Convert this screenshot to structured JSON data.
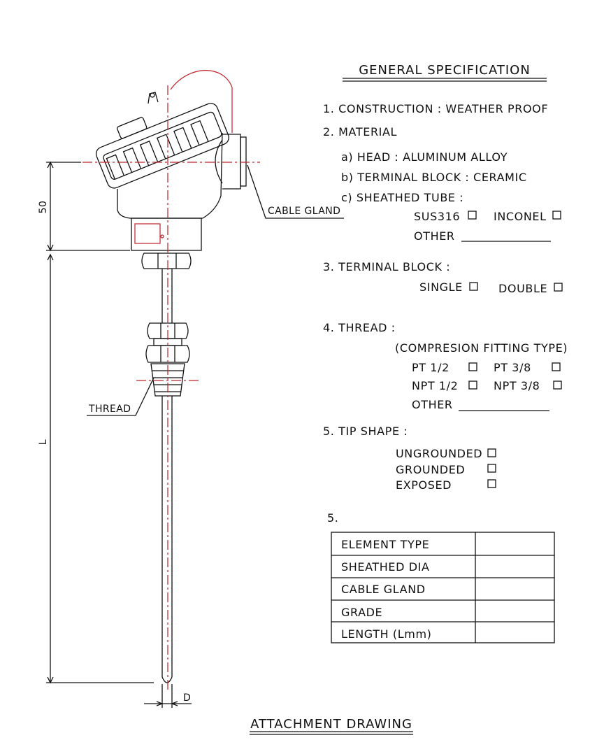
{
  "drawing": {
    "title": "ATTACHMENT DRAWING",
    "dim_head_height": "50",
    "dim_length": "L",
    "dim_diameter": "D",
    "callout_cable_gland": "CABLE GLAND",
    "callout_thread": "THREAD"
  },
  "spec": {
    "heading": "GENERAL SPECIFICATION",
    "construction": "1. CONSTRUCTION : WEATHER PROOF",
    "material": "2. MATERIAL",
    "head": "a) HEAD : ALUMINUM ALLOY",
    "terminal_block_material": "b) TERMINAL BLOCK : CERAMIC",
    "sheathed_tube": "c) SHEATHED TUBE :",
    "sus316": "SUS316",
    "inconel": "INCONEL",
    "other": "OTHER",
    "terminal_block": "3. TERMINAL BLOCK :",
    "single": "SINGLE",
    "double": "DOUBLE",
    "thread": "4. THREAD :",
    "compression": "(COMPRESION FITTING TYPE)",
    "pt12": "PT 1/2",
    "pt38": "PT 3/8",
    "npt12": "NPT 1/2",
    "npt38": "NPT 3/8",
    "other2": "OTHER",
    "tip_shape": "5. TIP SHAPE :",
    "ungrounded": "UNGROUNDED",
    "grounded": "GROUNDED",
    "exposed": "EXPOSED",
    "section5": "5."
  },
  "table": {
    "rows": [
      "ELEMENT TYPE",
      "SHEATHED DIA",
      "CABLE GLAND",
      "GRADE",
      "LENGTH (Lmm)"
    ],
    "values": [
      "",
      "",
      "",
      "",
      ""
    ]
  }
}
